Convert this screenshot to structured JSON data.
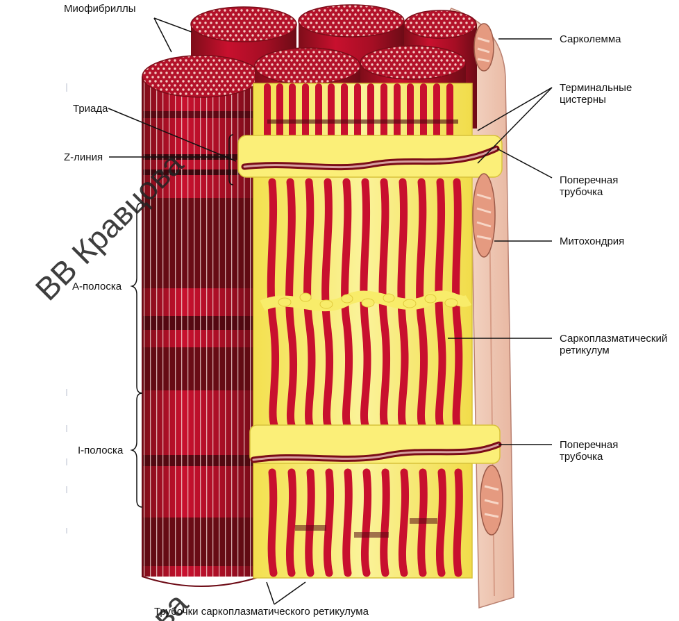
{
  "labels": {
    "myofibrils": "Миофибриллы",
    "triad": "Триада",
    "z_line": "Z-линия",
    "a_band": "А-полоска",
    "i_band": "I-полоска",
    "sarcolemma": "Сарколемма",
    "terminal_cisterns": "Терминальные цистерны",
    "t_tubule_top": "Поперечная трубочка",
    "mitochondrion": "Митохондрия",
    "sarcoplasmic_reticulum": "Саркоплазматический ретикулум",
    "t_tubule_bottom": "Поперечная трубочка",
    "sr_tubules": "Трубочки саркоплазматического ретикулума"
  },
  "watermark": {
    "text": "ВВ Кравцова",
    "text_bottom": "ова"
  },
  "colors": {
    "muscle_red": "#c8102e",
    "dark_band": "#5a0a12",
    "reticulum_yellow": "#f8ec6a",
    "sarcolemma_pink": "#f3d2bf",
    "leader_line": "#111111"
  }
}
